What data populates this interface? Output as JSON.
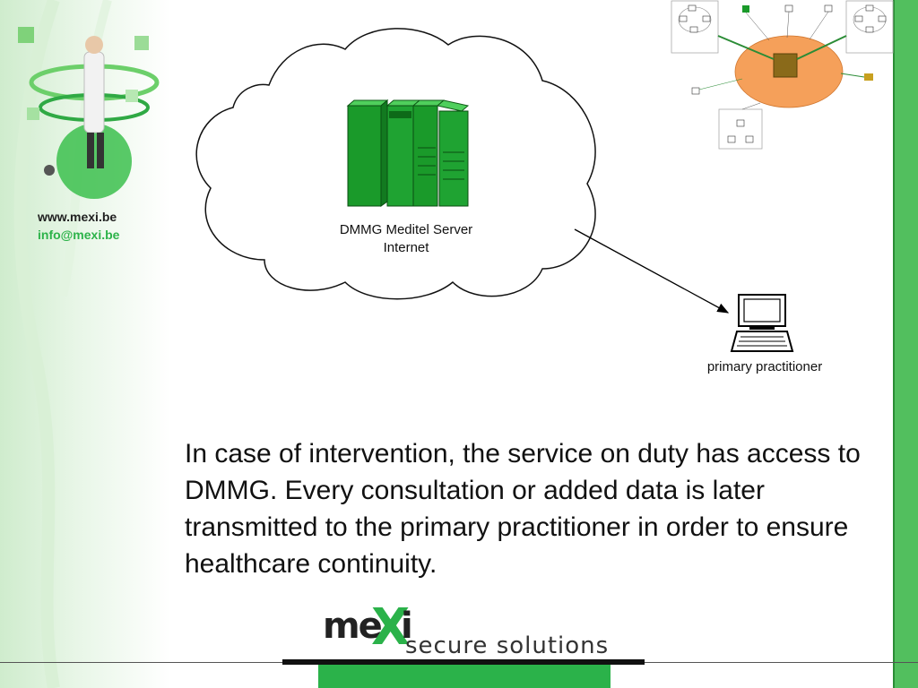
{
  "sidebar": {
    "url": "www.mexi.be",
    "email": "info@mexi.be"
  },
  "diagram": {
    "server_name": "DMMG Meditel Server",
    "network": "Internet",
    "practitioner": "primary practitioner"
  },
  "body_text": "In case of intervention, the service on duty has access to DMMG. Every consultation or added data is later transmitted to the primary practitioner in order to ensure healthcare continuity.",
  "logo": {
    "me": "me",
    "x": "X",
    "i": "i",
    "tagline": "secure solutions"
  },
  "colors": {
    "brand_green": "#2bb24a",
    "server_green": "#1a9a2a",
    "thumbnail_cloud": "#f5a05a"
  }
}
